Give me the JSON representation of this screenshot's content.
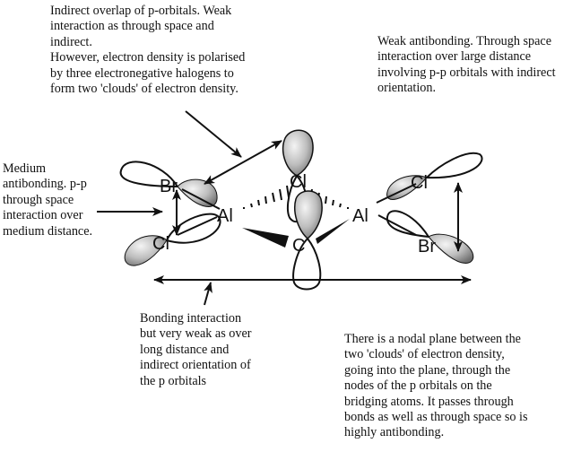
{
  "title": "Bonding and antibonding interactions in Al2Br2Cl4 bridged dimer",
  "colors": {
    "ink": "#111111",
    "lobe_shaded_light": "#f2f2f2",
    "lobe_shaded_dark": "#7a7a7a",
    "lobe_empty": "#ffffff"
  },
  "atoms": {
    "al_left": "Al",
    "al_right": "Al",
    "cl_bridge_top": "Cl",
    "cl_bridge_bottom": "C",
    "br_left": "Br",
    "cl_left": "Cl",
    "cl_right": "Cl",
    "br_right": "Br"
  },
  "annotations": {
    "top": "Indirect overlap of p-orbitals. Weak\ninteraction as through space and\nindirect.\nHowever, electron density is polarised\nby three electronegative halogens to\nform two 'clouds' of electron density.",
    "top_right": "Weak antibonding. Through space\ninteraction over large distance\ninvolving p-p orbitals with indirect\norientation.",
    "left": "Medium\nantibonding. p-p\nthrough space\ninteraction over\nmedium distance.",
    "bottom": "Bonding interaction\nbut very weak as over\nlong distance and\nindirect orientation of\nthe p orbitals",
    "bottom_right": "There is a nodal plane between the\ntwo 'clouds' of electron density,\ngoing into the plane, through the\nnodes of the p orbitals on the\nbridging atoms. It passes through\nbonds as well as through space so is\nhighly antibonding."
  },
  "interaction_labels": {
    "terminal_left_pair": "medium antibonding",
    "terminal_right_pair": "weak antibonding",
    "terminal_left_to_bridge": "indirect overlap",
    "terminal_across": "bonding (very weak)",
    "bridge_nodal_plane": "highly antibonding"
  }
}
